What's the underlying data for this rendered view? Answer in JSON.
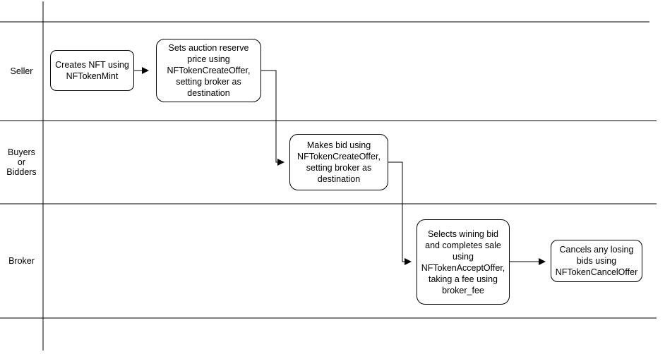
{
  "colors": {
    "background": "#ffffff",
    "stroke": "#000000",
    "text": "#000000",
    "node_fill": "#ffffff"
  },
  "lanes": [
    {
      "label": "Seller"
    },
    {
      "label": "Buyers\nor\nBidders"
    },
    {
      "label": "Broker"
    }
  ],
  "nodes": [
    {
      "label": "Creates NFT using\nNFTokenMint"
    },
    {
      "label": "Sets auction reserve\nprice using\nNFTokenCreateOffer,\nsetting broker as\ndestination"
    },
    {
      "label": "Makes bid using\nNFTokenCreateOffer,\nsetting broker as\ndestination"
    },
    {
      "label": "Selects wining bid\nand completes sale\nusing\nNFTokenAcceptOffer,\ntaking a fee using\nbroker_fee"
    },
    {
      "label": "Cancels any losing\nbids using\nNFTokenCancelOffer"
    }
  ]
}
